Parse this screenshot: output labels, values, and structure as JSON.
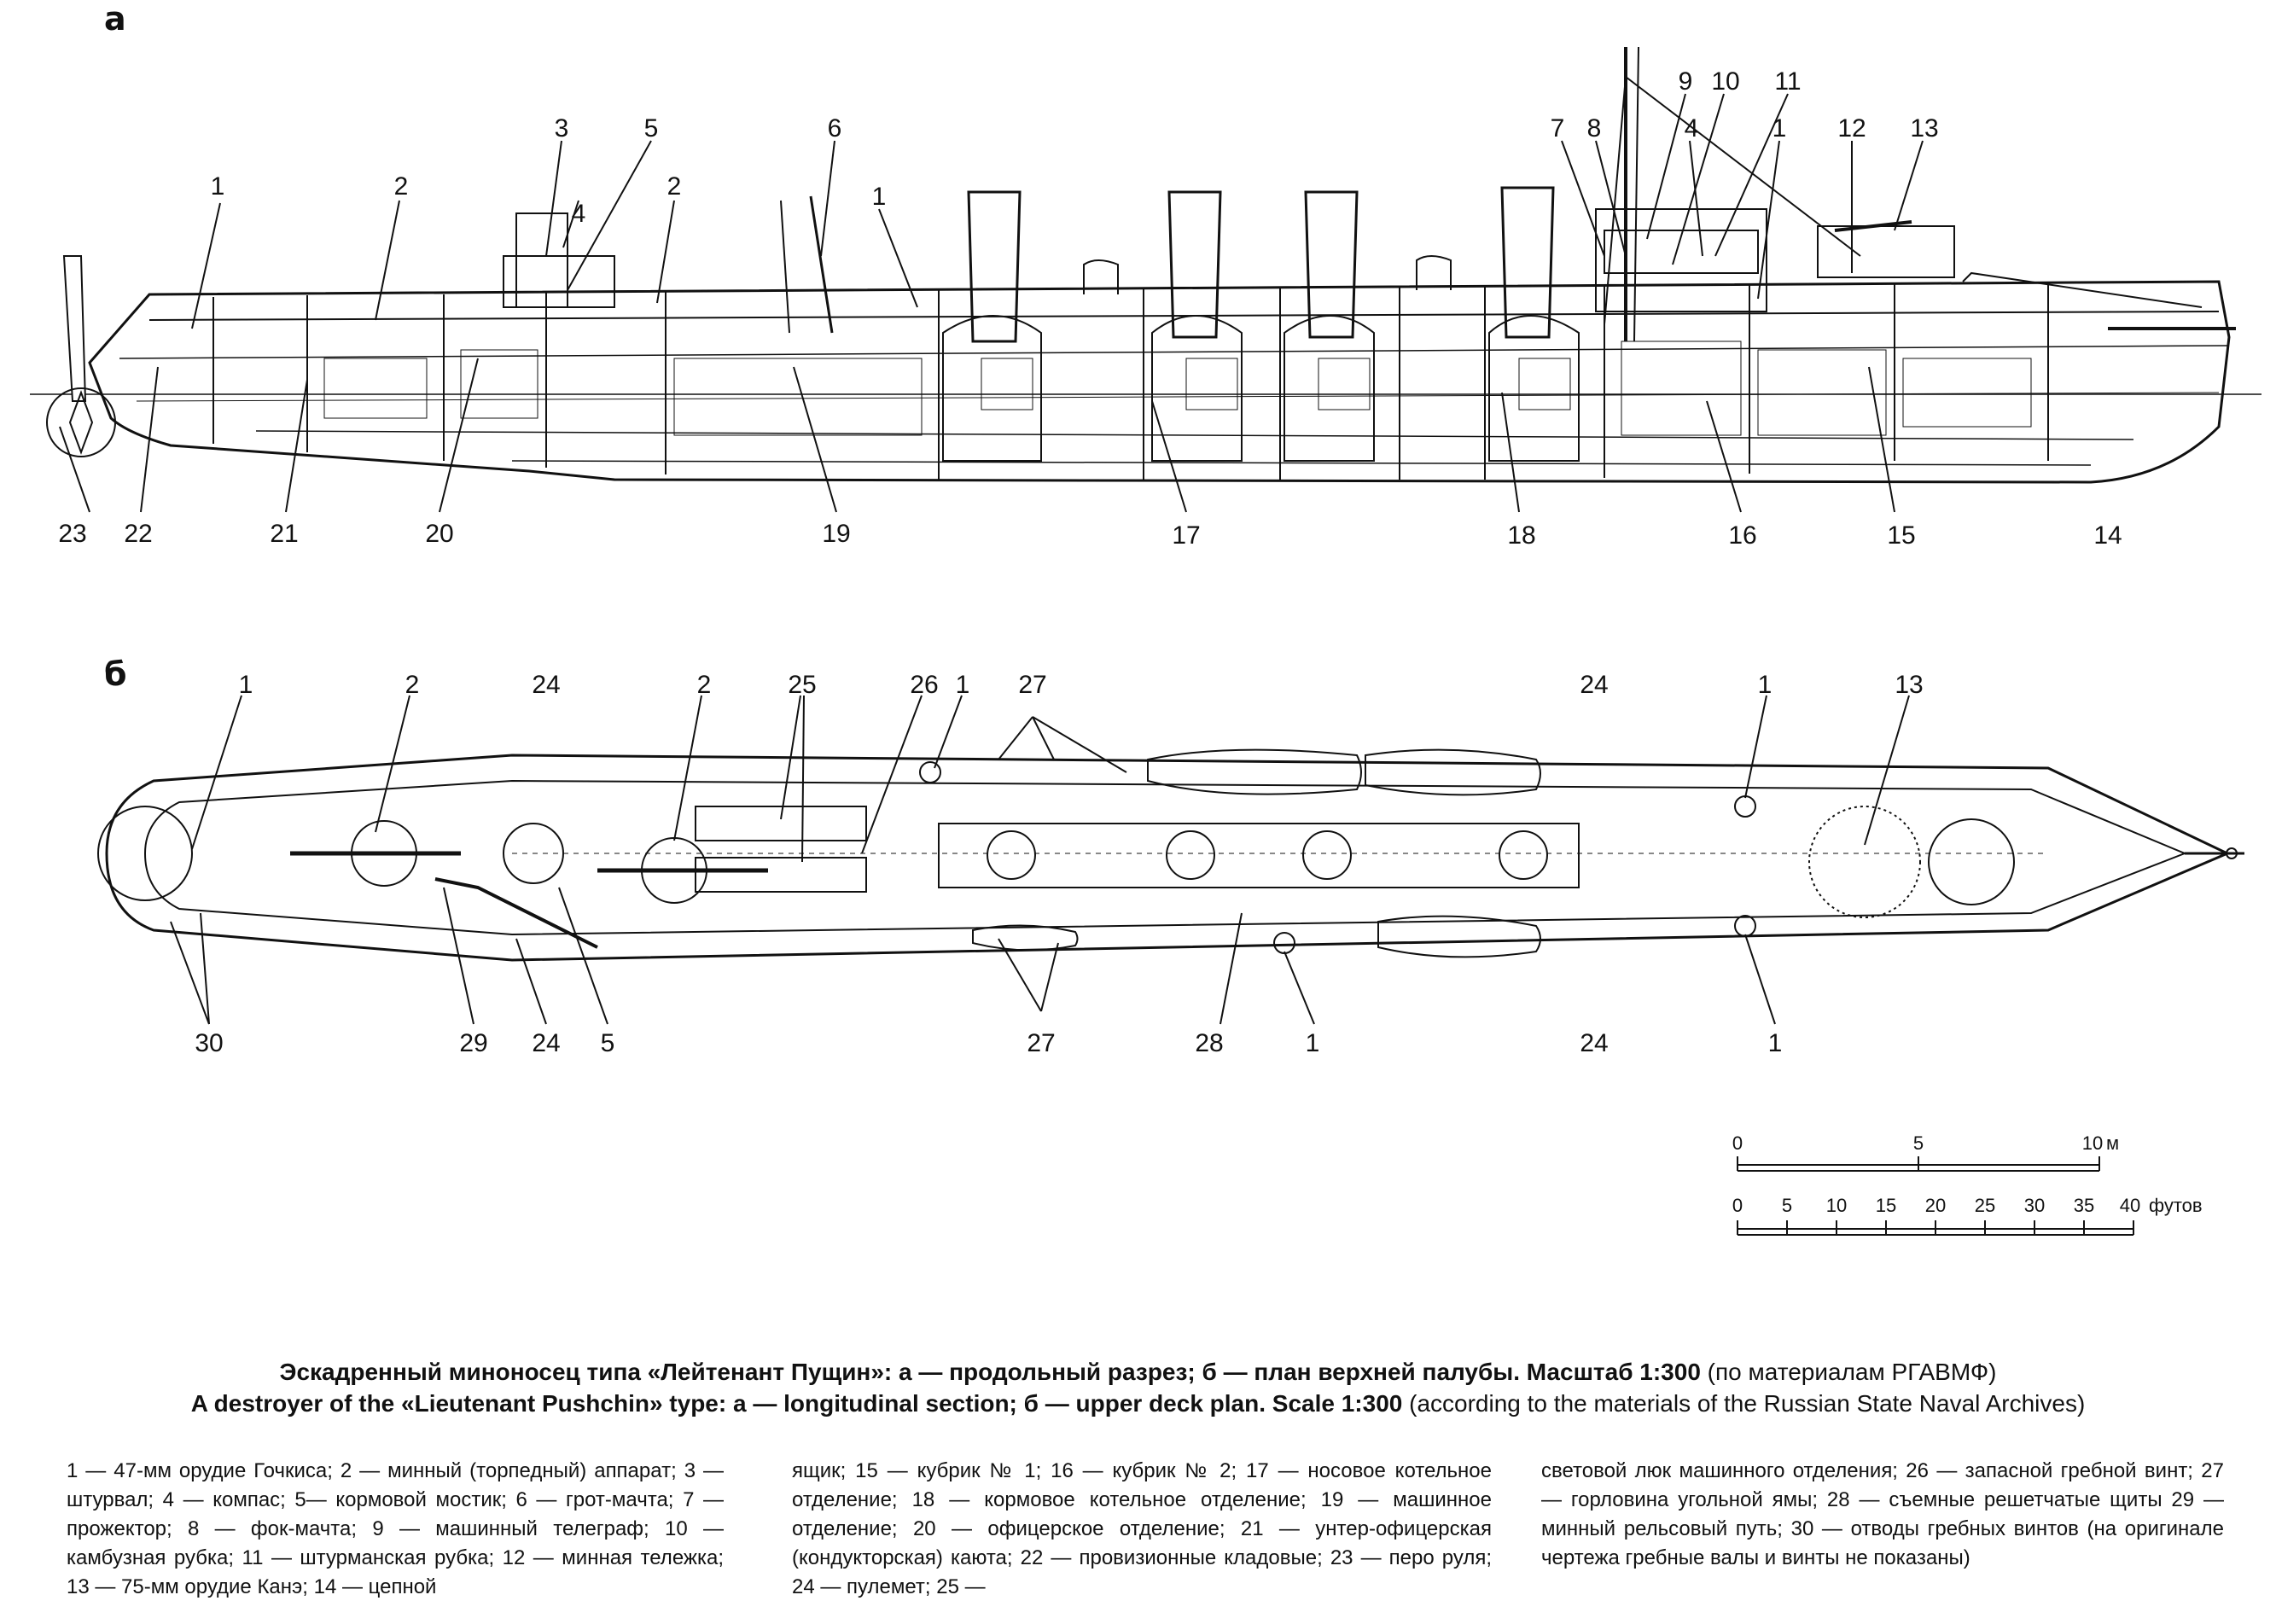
{
  "panels": {
    "a": "а",
    "b": "б"
  },
  "callouts_a": [
    "1",
    "2",
    "3",
    "4",
    "5",
    "6",
    "1",
    "2",
    "7",
    "8",
    "9",
    "10",
    "11",
    "4",
    "1",
    "12",
    "13",
    "23",
    "22",
    "21",
    "20",
    "19",
    "17",
    "18",
    "16",
    "15",
    "14"
  ],
  "callouts_b": [
    "1",
    "2",
    "24",
    "2",
    "25",
    "26",
    "1",
    "27",
    "24",
    "1",
    "13",
    "30",
    "29",
    "24",
    "5",
    "27",
    "28",
    "1",
    "24",
    "1"
  ],
  "scale": {
    "meters": {
      "ticks": [
        "0",
        "5",
        "10"
      ],
      "unit": "м"
    },
    "feet": {
      "ticks": [
        "0",
        "5",
        "10",
        "15",
        "20",
        "25",
        "30",
        "35",
        "40"
      ],
      "unit": "футов"
    }
  },
  "caption": {
    "ru_bold": "Эскадренный миноносец типа «Лейтенант Пущин»: а — продольный разрез; б — план верхней палубы. Масштаб 1:300",
    "ru_normal": "(по материалам РГАВМФ)",
    "en_bold": "A destroyer of the «Lieutenant Pushchin» type: а — longitudinal section; б — upper deck plan. Scale 1:300",
    "en_normal": "(according to the materials of the Russian State Naval Archives)"
  },
  "legend": {
    "col1": "1 — 47-мм орудие Гочкиса; 2 — минный (торпедный) аппарат; 3 — штурвал; 4 — компас; 5— кормовой мостик; 6 — грот-мачта; 7 — прожектор; 8 — фок-мачта; 9 — машинный телеграф; 10 — камбузная рубка; 11 — штурманская рубка; 12 — минная тележка; 13 — 75-мм орудие Канэ; 14 — цепной",
    "col2": "ящик; 15 — кубрик № 1; 16 — кубрик № 2; 17 — носовое котельное отделение; 18 — кормовое котельное отделение; 19 — машинное отделение; 20 — офицерское отделение; 21 — унтер-офицерская (кондукторская) каюта; 22 — провизионные кладовые; 23 — перо руля; 24 — пулемет; 25 —",
    "col3": "световой люк машинного отделения; 26 — запасной гребной винт; 27 — горловина угольной ямы; 28 — съемные решетчатые щиты 29 — минный рельсовый путь; 30 — отводы гребных винтов (на оригинале чертежа гребные валы и винты не показаны)"
  }
}
